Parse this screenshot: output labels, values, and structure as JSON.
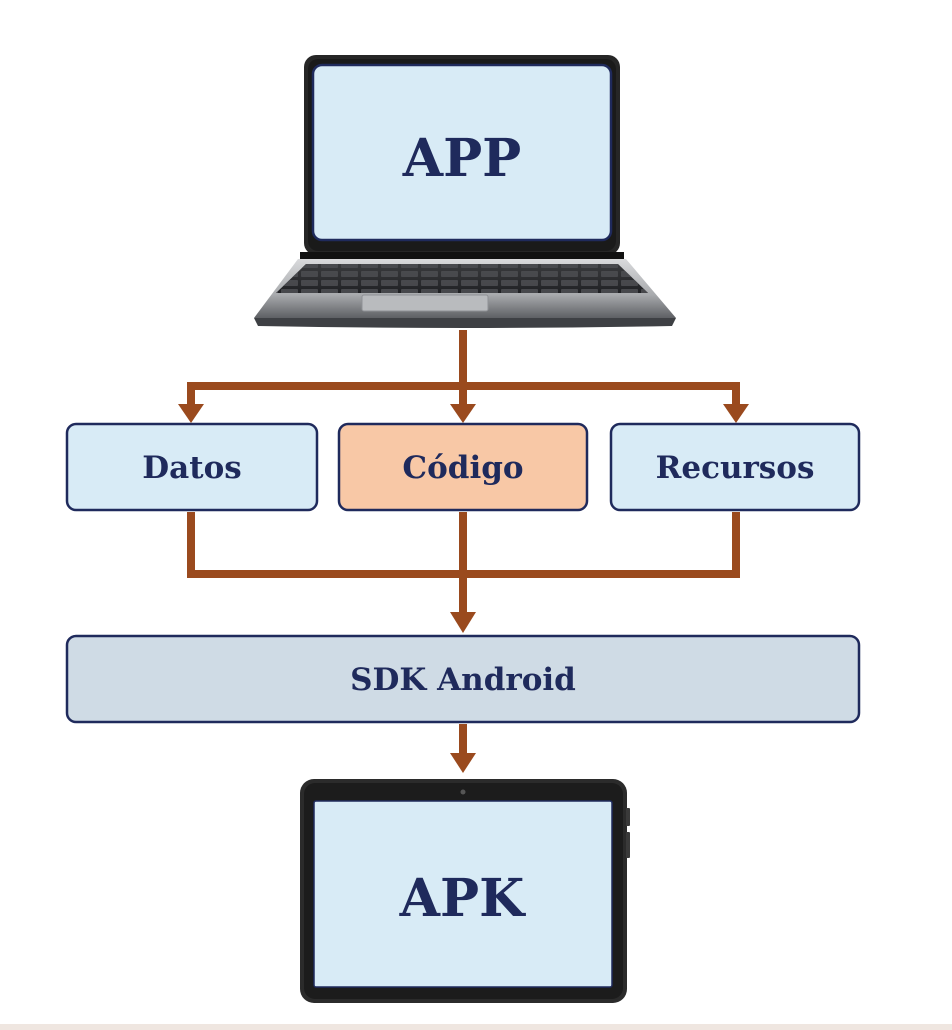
{
  "diagram": {
    "laptop": {
      "screen_label": "APP"
    },
    "boxes": [
      {
        "label": "Datos"
      },
      {
        "label": "Código"
      },
      {
        "label": "Recursos"
      }
    ],
    "sdk": {
      "label": "SDK Android"
    },
    "tablet": {
      "screen_label": "APK"
    }
  },
  "colors": {
    "arrow": "#9a4a1e",
    "box_fill": "#d8ebf6",
    "box_highlight_fill": "#f8c8a6",
    "sdk_fill": "#cfdbe5",
    "box_border": "#1f2a5c",
    "text": "#1f2a5c",
    "device_body": "#2b2b2b",
    "screen_fill": "#d8ebf6"
  },
  "icons": [
    "laptop-icon",
    "tablet-icon"
  ]
}
